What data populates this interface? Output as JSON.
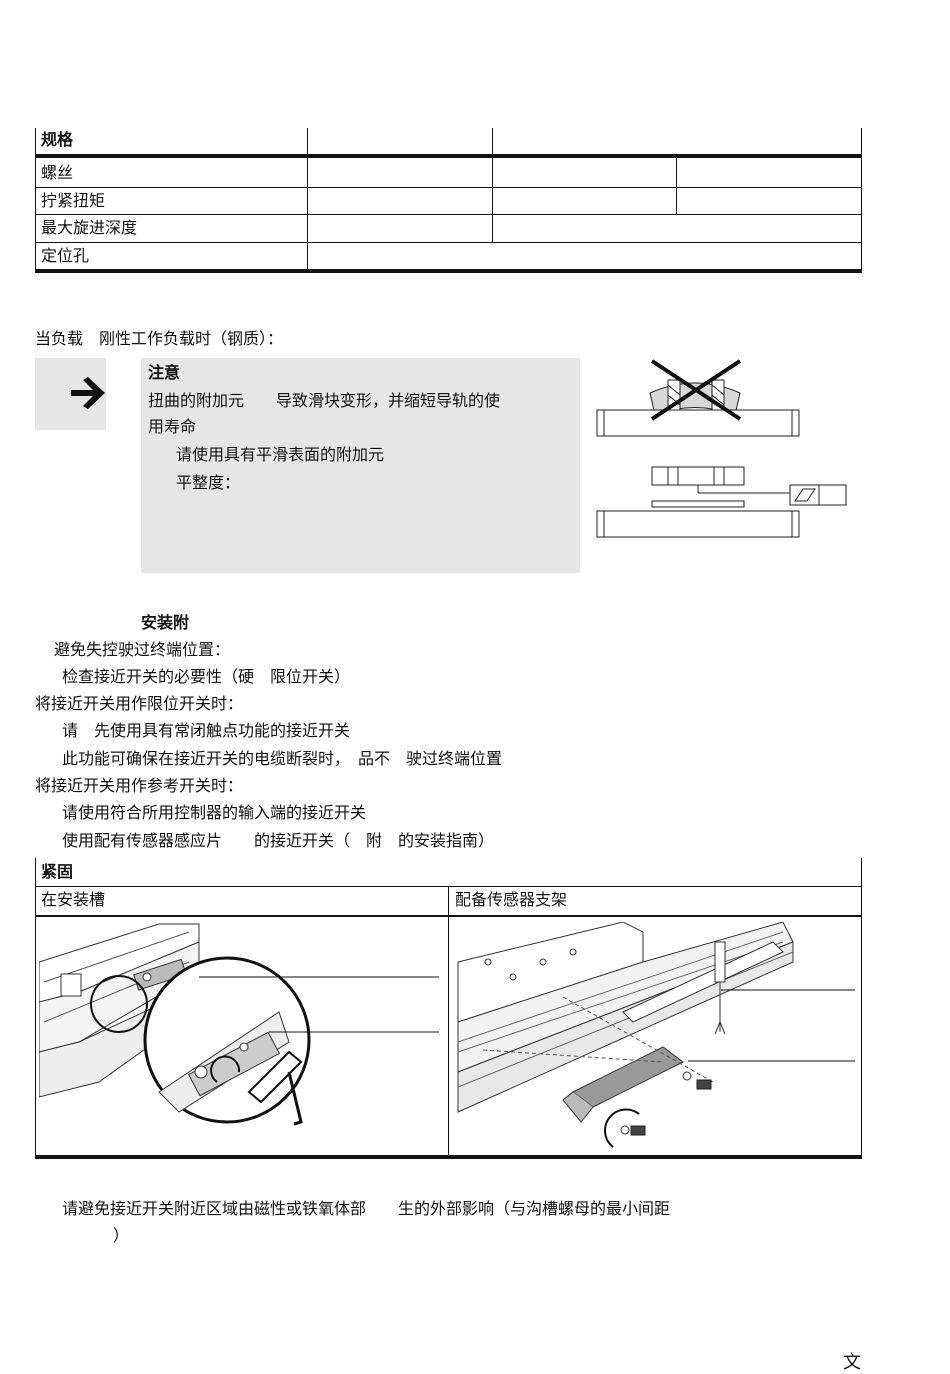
{
  "spec_table": {
    "header": "规格",
    "rows": [
      {
        "label": "螺丝"
      },
      {
        "label": "拧紧扭矩"
      },
      {
        "label": "最大旋进深度"
      },
      {
        "label": "定位孔"
      }
    ]
  },
  "load_text": "当负载　刚性工作负载时（钢质）：",
  "note": {
    "title": "注意",
    "line1": "扭曲的附加元　　导致滑块变形，并缩短导轨的使",
    "line2": "用寿命",
    "bullet1": "请使用具有平滑表面的附加元",
    "bullet2": "平整度："
  },
  "install": {
    "title": "安装附",
    "lines": [
      "避免失控驶过终端位置：",
      "检查接近开关的必要性（硬　限位开关）",
      "将接近开关用作限位开关时：",
      "请　先使用具有常闭触点功能的接近开关",
      "此功能可确保在接近开关的电缆断裂时，　品不　驶过终端位置",
      "将接近开关用作参考开关时：",
      "请使用符合所用控制器的输入端的接近开关",
      "使用配有传感器感应片　　的接近开关（　附　的安装指南）"
    ]
  },
  "fasten_table": {
    "header": "紧固",
    "col_left": "在安装槽",
    "col_right": "配备传感器支架"
  },
  "bottom_note": {
    "line1": "请避免接近开关附近区域由磁性或铁氧体部　　生的外部影响（与沟槽螺母的最小间距",
    "line2": "）"
  },
  "footer": "文"
}
